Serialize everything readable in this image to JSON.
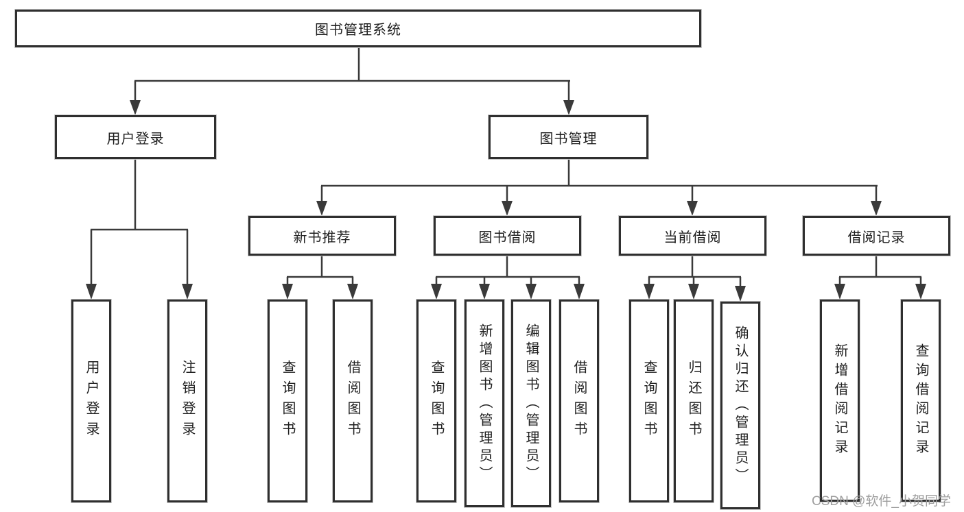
{
  "tree": {
    "label": "图书管理系统",
    "children": [
      {
        "label": "用户登录",
        "children": [
          {
            "label": "用户登录"
          },
          {
            "label": "注销登录"
          }
        ]
      },
      {
        "label": "图书管理",
        "children": [
          {
            "label": "新书推荐",
            "children": [
              {
                "label": "查询图书"
              },
              {
                "label": "借阅图书"
              }
            ]
          },
          {
            "label": "图书借阅",
            "children": [
              {
                "label": "查询图书"
              },
              {
                "label": "新增图书（管理员）"
              },
              {
                "label": "编辑图书（管理员）"
              },
              {
                "label": "借阅图书"
              }
            ]
          },
          {
            "label": "当前借阅",
            "children": [
              {
                "label": "查询图书"
              },
              {
                "label": "归还图书"
              },
              {
                "label": "确认归还（管理员）"
              }
            ]
          },
          {
            "label": "借阅记录",
            "children": [
              {
                "label": "新增借阅记录"
              },
              {
                "label": "查询借阅记录"
              }
            ]
          }
        ]
      }
    ]
  },
  "watermark": {
    "text": "CSDN @软件_小贺同学"
  },
  "colors": {
    "line": "#3a3a3a",
    "box_border": "#2f2f2f",
    "text": "#1f1f1f",
    "watermark": "#9e9e9e",
    "background": "#ffffff"
  }
}
